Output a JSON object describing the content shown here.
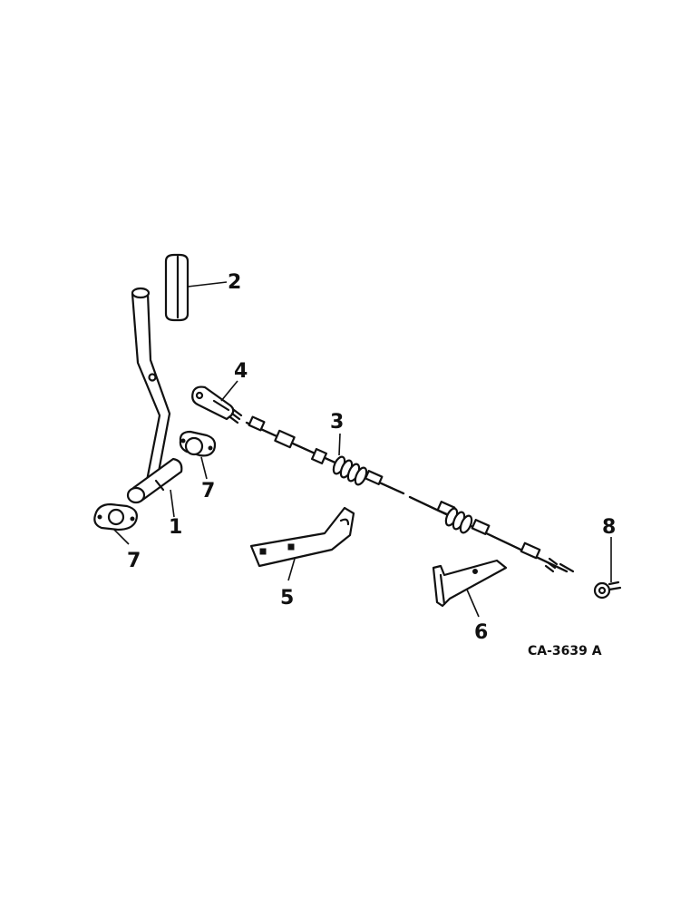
{
  "callouts": {
    "c1": "1",
    "c2": "2",
    "c3": "3",
    "c4": "4",
    "c5": "5",
    "c6": "6",
    "c7a": "7",
    "c7b": "7",
    "c8": "8"
  },
  "drawing_code": "CA-3639 A"
}
